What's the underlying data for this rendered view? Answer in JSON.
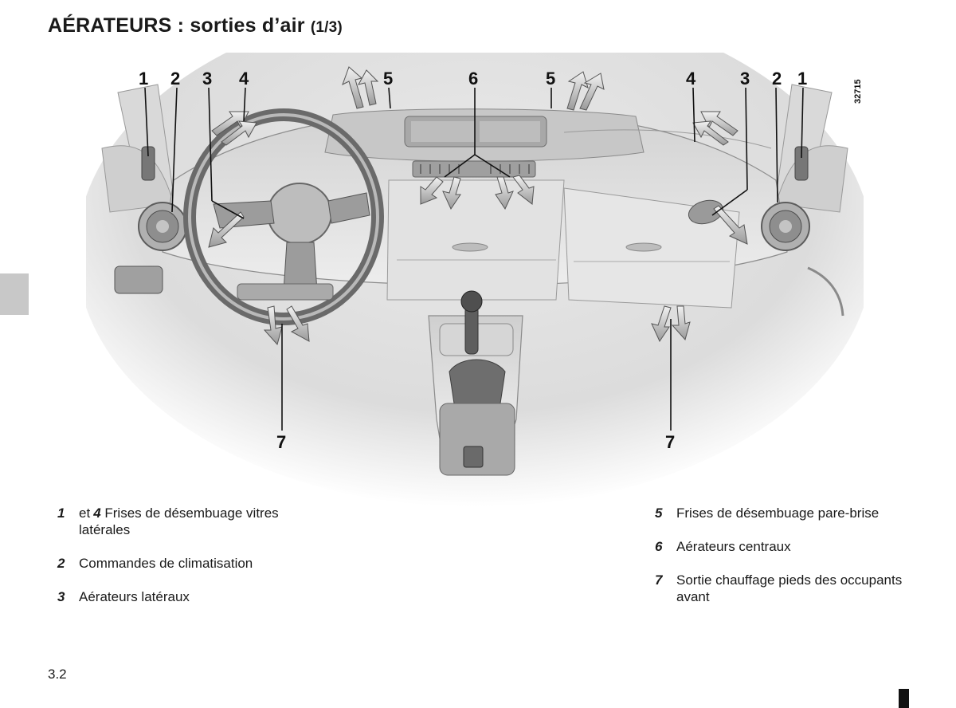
{
  "header": {
    "title": "AÉRATEURS : sorties d’air",
    "part": "(1/3)"
  },
  "figure": {
    "reference": "32715",
    "callouts_top": [
      "1",
      "2",
      "3",
      "4",
      "5",
      "6",
      "5",
      "4",
      "3",
      "2",
      "1"
    ],
    "callouts_bottom": [
      "7",
      "7"
    ]
  },
  "legend": {
    "left": [
      {
        "num": "1",
        "join": "et",
        "num2": "4",
        "text": "Frises de désembuage vitres latérales"
      },
      {
        "num": "2",
        "text": "Commandes de climatisation"
      },
      {
        "num": "3",
        "text": "Aérateurs latéraux"
      }
    ],
    "right": [
      {
        "num": "5",
        "text": "Frises de désembuage pare-brise"
      },
      {
        "num": "6",
        "text": "Aérateurs centraux"
      },
      {
        "num": "7",
        "text": "Sortie chauffage pieds des occupants avant"
      }
    ]
  },
  "footer": {
    "page_number": "3.2"
  }
}
